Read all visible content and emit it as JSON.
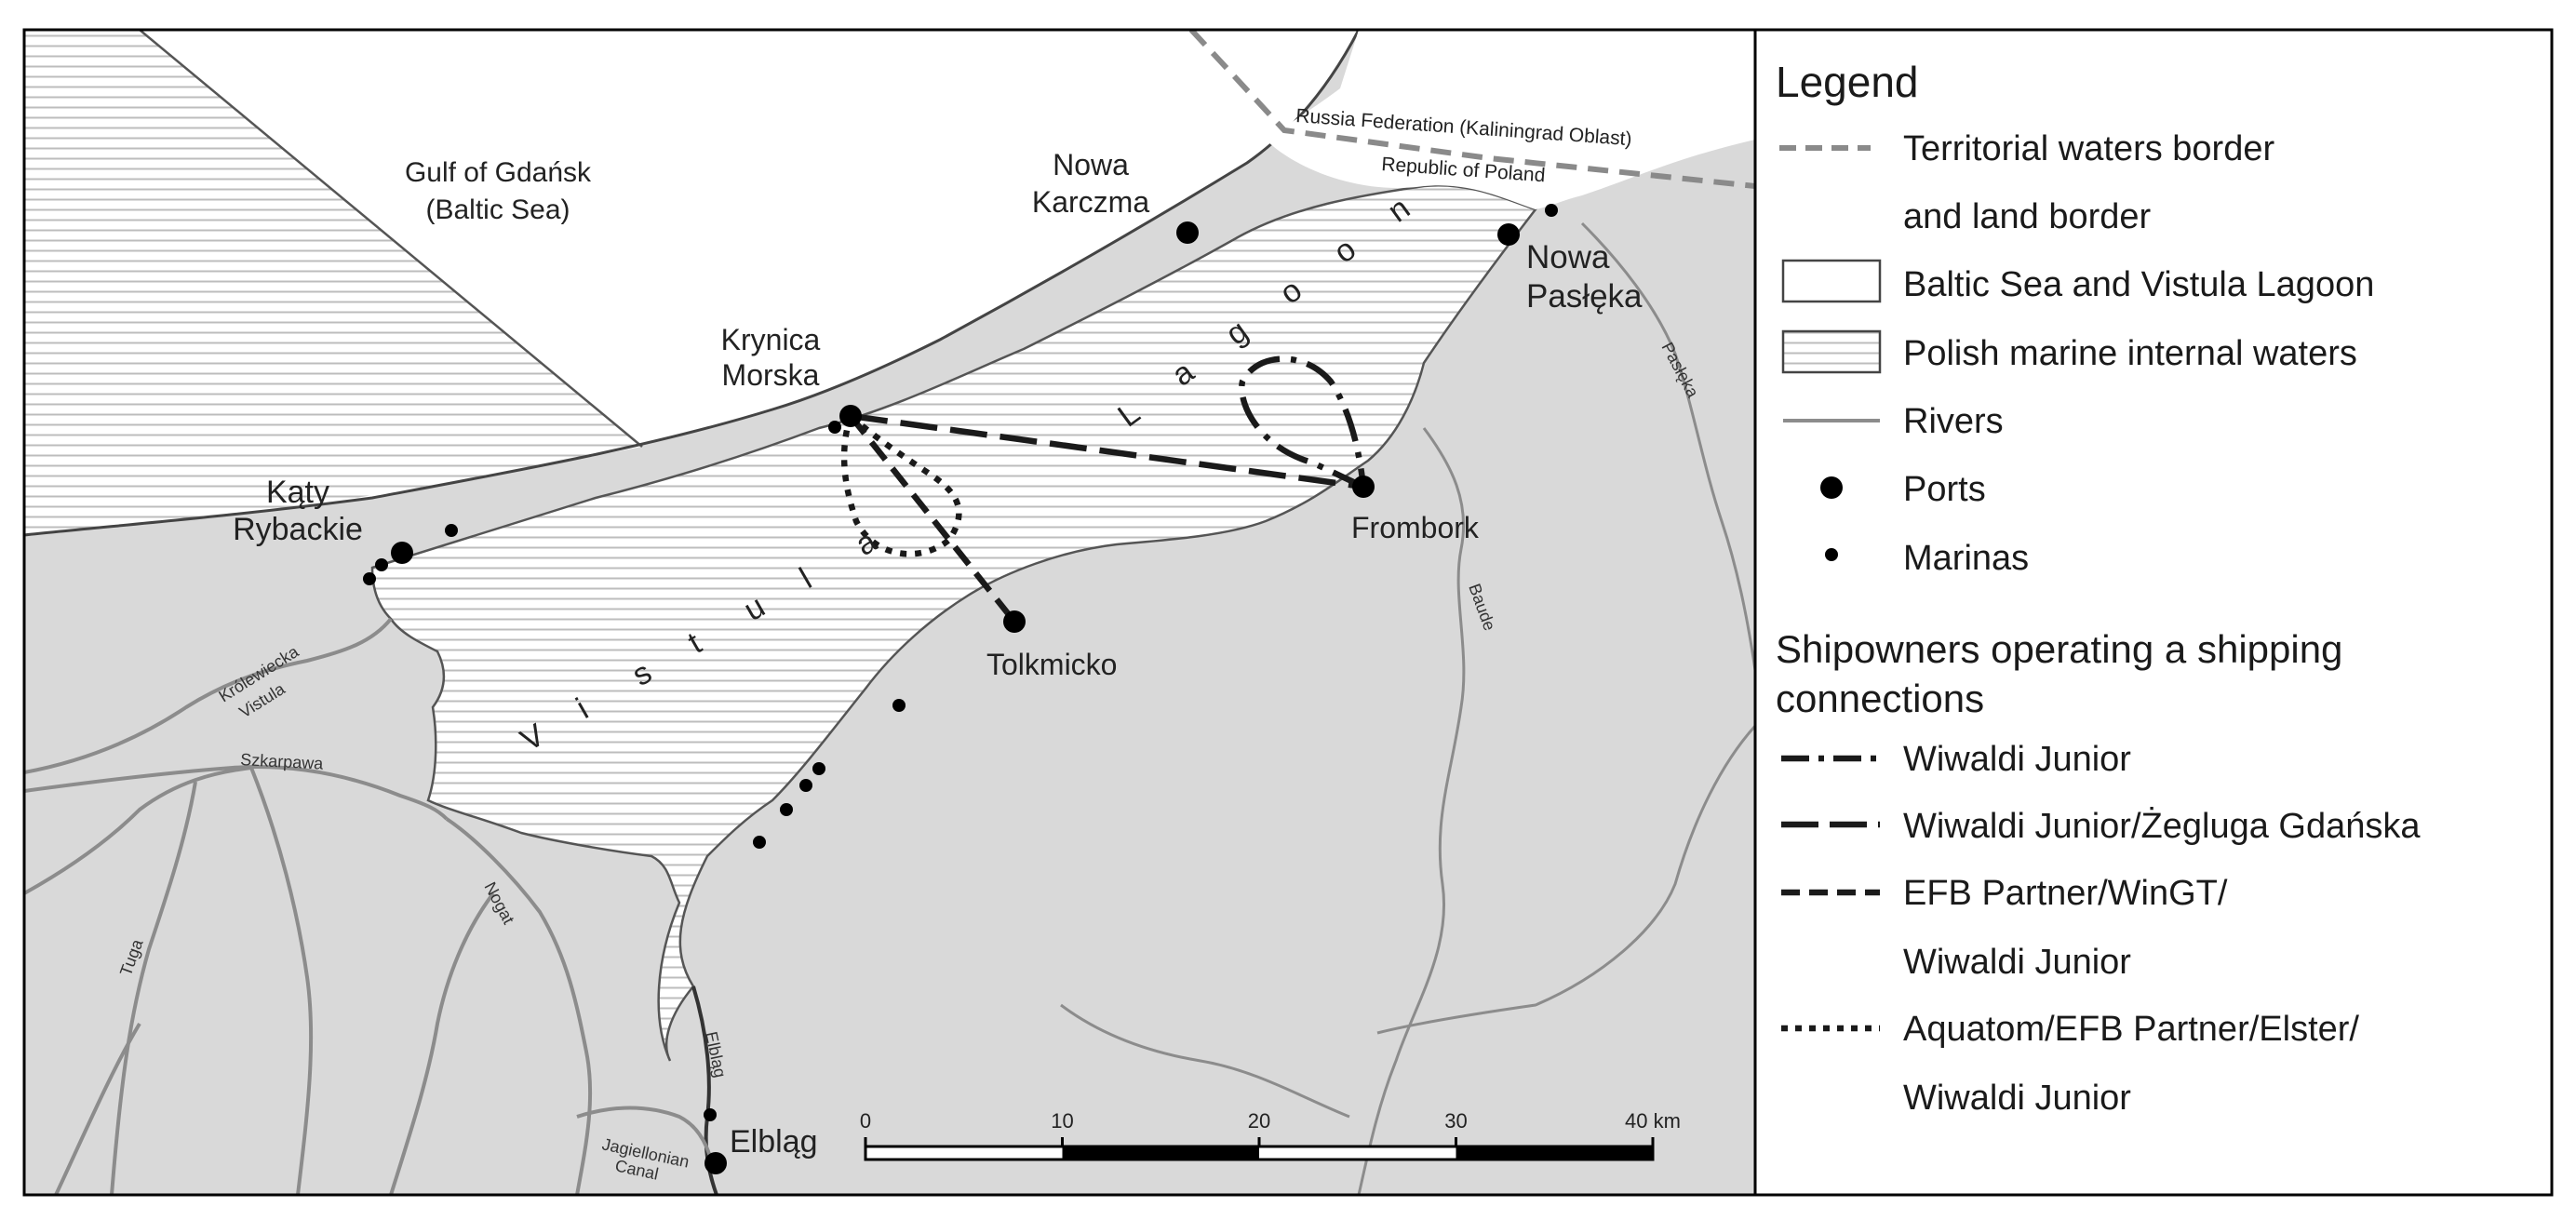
{
  "map": {
    "water_labels": {
      "gulf_line1": "Gulf of Gdańsk",
      "gulf_line2": "(Baltic Sea)",
      "lagoon_letters_vistula": [
        "V",
        "i",
        "s",
        "t",
        "u",
        "l",
        "a"
      ],
      "lagoon_letters_lagoon": [
        "L",
        "a",
        "g",
        "o",
        "o",
        "n"
      ]
    },
    "border_labels": {
      "russia": "Russia Federation (Kaliningrad Oblast)",
      "poland": "Republic of Poland"
    },
    "places": {
      "krynica_line1": "Krynica",
      "krynica_line2": "Morska",
      "nowa_karczma_line1": "Nowa",
      "nowa_karczma_line2": "Karczma",
      "nowa_pasleka_line1": "Nowa",
      "nowa_pasleka_line2": "Pasłęka",
      "katy_line1": "Kąty",
      "katy_line2": "Rybackie",
      "frombork": "Frombork",
      "tolkmicko": "Tolkmicko",
      "elblag": "Elbląg"
    },
    "rivers": {
      "krolewiecka_line1": "Królewiecka",
      "krolewiecka_line2": "Vistula",
      "szkarpawa": "Szkarpawa",
      "nogat": "Nogat",
      "tuga": "Tuga",
      "elblag_river": "Elbląg",
      "jagiellonian_line1": "Jagiellonian",
      "jagiellonian_line2": "Canal",
      "baude": "Baude",
      "pasleka": "Pasłęka"
    },
    "scale": {
      "ticks": [
        "0",
        "10",
        "20",
        "30",
        "40 km"
      ]
    }
  },
  "legend": {
    "title": "Legend",
    "items": {
      "border_line1": "Territorial waters border",
      "border_line2": "and land border",
      "sea_lagoon": "Baltic Sea and Vistula Lagoon",
      "internal_waters": "Polish marine internal waters",
      "rivers": "Rivers",
      "ports": "Ports",
      "marinas": "Marinas"
    },
    "section_title_line1": "Shipowners operating a shipping",
    "section_title_line2": "connections",
    "shipowners": {
      "dashdot": "Wiwaldi Junior",
      "longdash_line1": "Wiwaldi Junior/Żegluga Gdańska",
      "shortdash_line1": "EFB Partner/WinGT/",
      "shortdash_line2": "Wiwaldi Junior",
      "dotted_line1": "Aquatom/EFB Partner/Elster/",
      "dotted_line2": "Wiwaldi Junior"
    }
  },
  "colors": {
    "land": "#d9d9d9",
    "water": "#ffffff",
    "hatch": "#bdbdbd",
    "border": "#8a8a8a",
    "river": "#8c8c8c",
    "route": "#1a1a1a"
  }
}
